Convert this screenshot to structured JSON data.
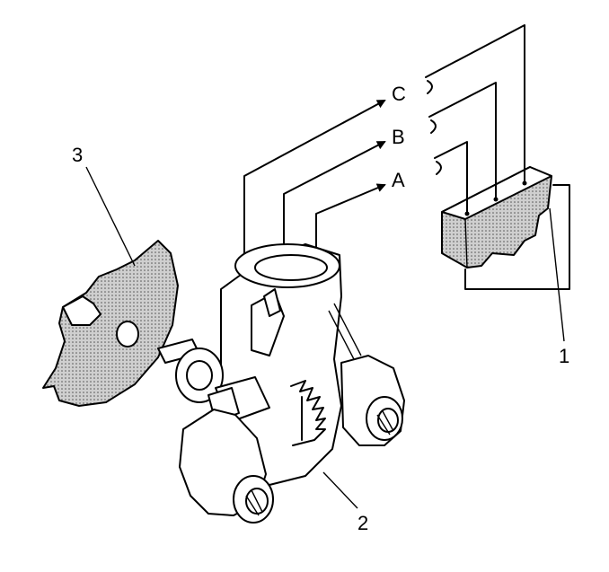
{
  "callouts": {
    "c1": "1",
    "c2": "2",
    "c3": "3"
  },
  "signals": {
    "a": "A",
    "b": "B",
    "c": "C"
  }
}
